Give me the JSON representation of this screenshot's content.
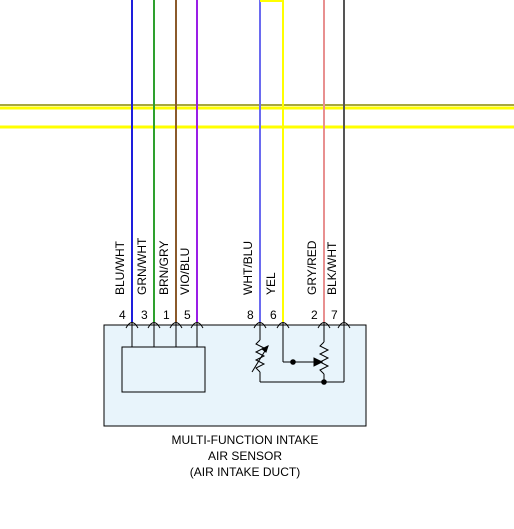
{
  "component": {
    "caption_lines": [
      "MULTI-FUNCTION INTAKE",
      "AIR SENSOR",
      "(AIR INTAKE DUCT)"
    ],
    "fill_color": "#e8f4fb",
    "border_color": "#000000"
  },
  "bus_color": "#ffff00",
  "wires": [
    {
      "pin": "4",
      "label": "BLU/WHT",
      "color": "#1e1edc"
    },
    {
      "pin": "3",
      "label": "GRN/WHT",
      "color": "#2ea02e"
    },
    {
      "pin": "1",
      "label": "BRN/GRY",
      "color": "#8b5a2b"
    },
    {
      "pin": "5",
      "label": "VIO/BLU",
      "color": "#9a1ee6"
    },
    {
      "pin": "8",
      "label": "WHT/BLU",
      "color": "#6a6af0"
    },
    {
      "pin": "6",
      "label": "YEL",
      "color": "#ffff00"
    },
    {
      "pin": "2",
      "label": "GRY/RED",
      "color": "#e89090"
    },
    {
      "pin": "7",
      "label": "BLK/WHT",
      "color": "#555555"
    }
  ]
}
